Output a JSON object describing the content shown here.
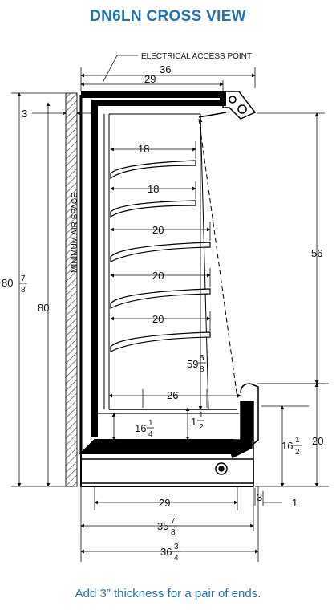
{
  "title": "DN6LN CROSS VIEW",
  "footer": "Add 3” thickness for a pair of ends.",
  "labels": {
    "electrical_access": "ELECTRICAL ACCESS POINT",
    "min_air_space": "MINIMUM AIR SPACE"
  },
  "dims": {
    "top_36": "36",
    "top_29": "29",
    "left_3": "3",
    "h_80_78_whole": "80",
    "h_80_78_num": "7",
    "h_80_78_den": "8",
    "h_80": "80",
    "shelf1": "18",
    "shelf2": "18",
    "shelf3": "20",
    "shelf4": "20",
    "shelf5": "20",
    "right_56": "56",
    "d_59_whole": "59",
    "d_59_num": "5",
    "d_59_den": "8",
    "deck_26": "26",
    "d_16_whole": "16",
    "d_16_num": "1",
    "d_16_den": "4",
    "d_1_whole": "1",
    "d_1_num": "1",
    "d_1_den": "2",
    "r_16_whole": "16",
    "r_16_num": "1",
    "r_16_den": "2",
    "right_20": "20",
    "b_3": "3",
    "b_1": "1",
    "bot_29": "29",
    "b_35_whole": "35",
    "b_35_num": "7",
    "b_35_den": "8",
    "b_36_whole": "36",
    "b_36_num": "3",
    "b_36_den": "4"
  }
}
